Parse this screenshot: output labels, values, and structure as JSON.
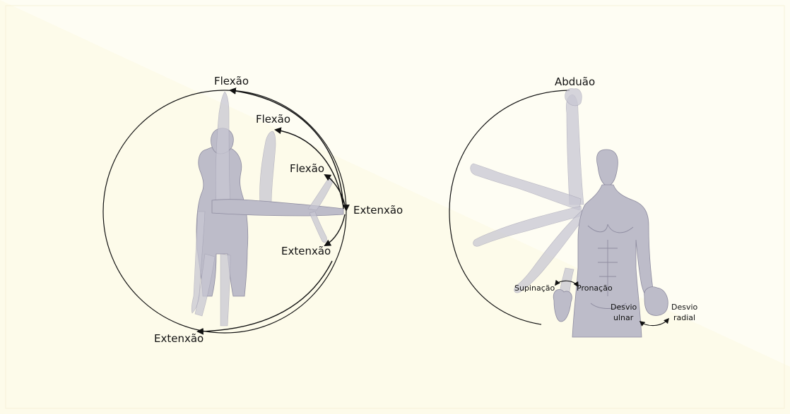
{
  "colors": {
    "background": "#fdfbea",
    "panel": "#fbf7df",
    "figure": "#bdbcc9",
    "figure_outline": "#8e8ca0",
    "arc": "#111111"
  },
  "left_diagram": {
    "labels": {
      "shoulder_flexion": "Flexão",
      "elbow_flexion": "Flexão",
      "wrist_flexion": "Flexão",
      "wrist_extension_side": "Extenxão",
      "wrist_extension_bottom": "Extenxão",
      "shoulder_extension": "Extenxão"
    }
  },
  "right_diagram": {
    "labels": {
      "abduction": "Abduão",
      "supination": "Supinação",
      "pronation": "Pronação",
      "ulnar_deviation_1": "Desvio",
      "ulnar_deviation_2": "ulnar",
      "radial_deviation_1": "Desvio",
      "radial_deviation_2": "radial"
    }
  }
}
